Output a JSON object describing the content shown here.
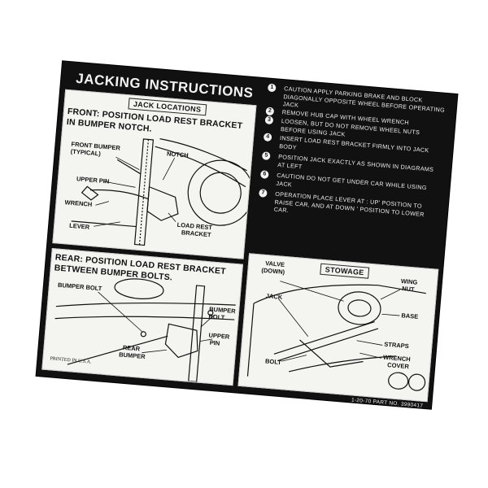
{
  "title": "JACKING INSTRUCTIONS",
  "front": {
    "box_label": "JACK LOCATIONS",
    "heading_line1": "FRONT:  POSITION  LOAD  REST  BRACKET",
    "heading_line2": "IN  BUMPER  NOTCH.",
    "labels": {
      "front_bumper": "FRONT BUMPER",
      "typical": "(TYPICAL)",
      "notch": "NOTCH",
      "upper_pin": "UPPER PIN",
      "wrench": "WRENCH",
      "lever": "LEVER",
      "load_rest": "LOAD REST",
      "bracket": "BRACKET"
    }
  },
  "rear": {
    "heading_line1": "REAR: POSITION LOAD REST BRACKET",
    "heading_line2": "BETWEEN BUMPER BOLTS.",
    "labels": {
      "bumper_bolt": "BUMPER BOLT",
      "bumper_bolt_r1": "BUMPER",
      "bumper_bolt_r2": "BOLT",
      "upper_pin_1": "UPPER",
      "upper_pin_2": "PIN",
      "rear_bumper_1": "REAR",
      "rear_bumper_2": "BUMPER",
      "printed": "PRINTED IN U.S.A."
    }
  },
  "steps": [
    {
      "num": "1",
      "text": "CAUTION  APPLY PARKING BRAKE AND BLOCK DIAGONALLY OPPOSITE WHEEL BEFORE OPERATING JACK"
    },
    {
      "num": "2",
      "text": "REMOVE HUB CAP WITH WHEEL WRENCH"
    },
    {
      "num": "3",
      "text": "LOOSEN, BUT DO NOT REMOVE WHEEL NUTS BEFORE USING JACK"
    },
    {
      "num": "4",
      "text": "INSERT LOAD REST BRACKET FIRMLY INTO JACK BODY"
    },
    {
      "num": "5",
      "text": "POSITION JACK EXACTLY AS SHOWN IN DIAGRAMS AT LEFT"
    },
    {
      "num": "6",
      "text": "CAUTION  DO NOT GET UNDER CAR WHILE USING JACK"
    },
    {
      "num": "7",
      "text": "OPERATION  PLACE LEVER AT : UP' POSITION TO RAISE CAR, AND AT DOWN ' POSITION TO LOWER CAR."
    }
  ],
  "stowage": {
    "box_label": "STOWAGE",
    "labels": {
      "valve_1": "VALVE",
      "valve_2": "(DOWN)",
      "jack": "JACK",
      "wing_1": "WING",
      "wing_2": "NUT",
      "base": "BASE",
      "straps": "STRAPS",
      "wrench": "WRENCH",
      "cover": "COVER",
      "bolt": "BOLT"
    }
  },
  "footer": "1-20-70    PART NO. 3990417"
}
